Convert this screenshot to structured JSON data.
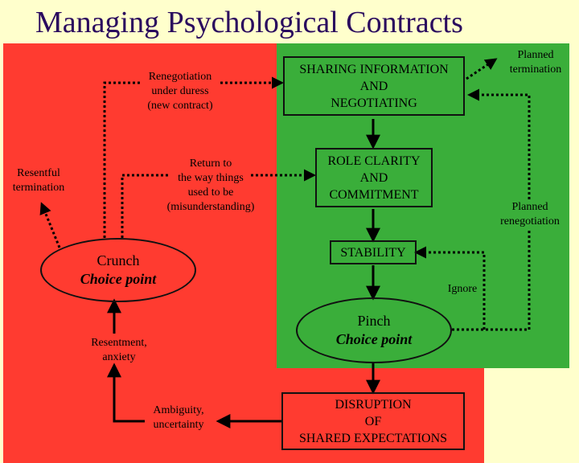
{
  "title": "Managing Psychological Contracts",
  "colors": {
    "background": "#ffffcc",
    "red_zone": "#ff3b30",
    "green_zone": "#3aae3a",
    "title": "#2a0a5e"
  },
  "boxes": {
    "sharing": "SHARING INFORMATION\nAND\nNEGOTIATING",
    "role_clarity": "ROLE CLARITY\nAND\nCOMMITMENT",
    "stability": "STABILITY",
    "disruption": "DISRUPTION\nOF\nSHARED EXPECTATIONS"
  },
  "choice_points": {
    "crunch": {
      "name": "Crunch",
      "subtitle": "Choice point"
    },
    "pinch": {
      "name": "Pinch",
      "subtitle": "Choice point"
    }
  },
  "labels": {
    "renegotiation": "Renegotiation\nunder duress\n(new contract)",
    "return": "Return to\nthe way things\nused to be\n(misunderstanding)",
    "resentful": "Resentful\ntermination",
    "planned_termination": "Planned\ntermination",
    "planned_renegotiation": "Planned\nrenegotiation",
    "ignore": "Ignore",
    "resentment": "Resentment,\nanxiety",
    "ambiguity": "Ambiguity,\nuncertainty"
  }
}
